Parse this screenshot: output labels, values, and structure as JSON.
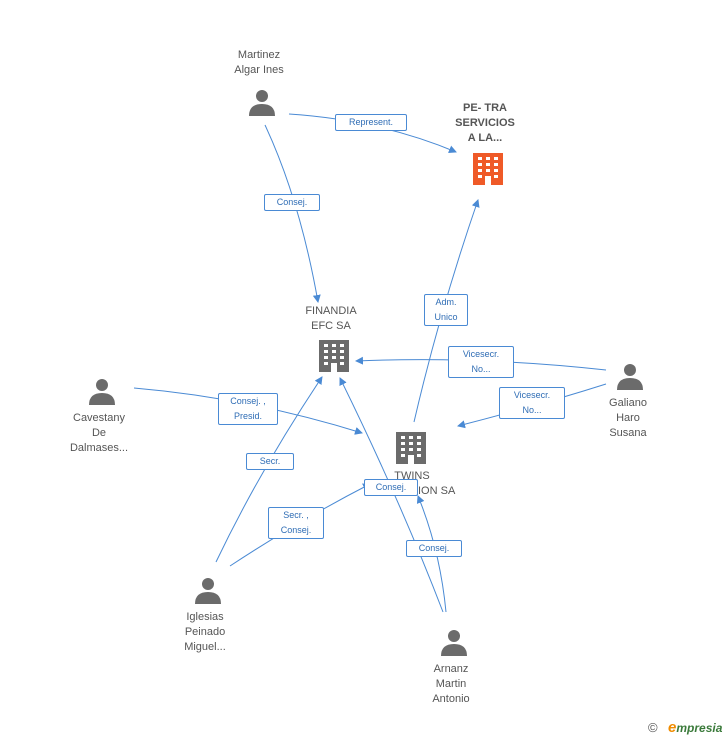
{
  "colors": {
    "edge": "#4a8ad4",
    "person": "#6b6b6b",
    "company": "#6b6b6b",
    "main_company": "#ef5a28"
  },
  "nodes": {
    "martinez": {
      "lines": [
        "Martinez",
        "Algar Ines"
      ],
      "icon": "person-icon"
    },
    "petra": {
      "lines": [
        "PE- TRA",
        "SERVICIOS",
        "A LA..."
      ],
      "icon": "building-icon"
    },
    "finandia": {
      "lines": [
        "FINANDIA",
        "EFC SA"
      ],
      "icon": "building-icon"
    },
    "cavestany": {
      "lines": [
        "Cavestany",
        "De",
        "Dalmases..."
      ],
      "icon": "person-icon"
    },
    "galiano": {
      "lines": [
        "Galiano",
        "Haro",
        "Susana"
      ],
      "icon": "person-icon"
    },
    "twins": {
      "lines": [
        "TWINS",
        "ALLOCATION SA"
      ],
      "icon": "building-icon"
    },
    "iglesias": {
      "lines": [
        "Iglesias",
        "Peinado",
        "Miguel..."
      ],
      "icon": "person-icon"
    },
    "arnanz": {
      "lines": [
        "Arnanz",
        "Martin",
        "Antonio"
      ],
      "icon": "person-icon"
    }
  },
  "edges": {
    "represent": {
      "lines": [
        "Represent."
      ]
    },
    "consej_martinez": {
      "lines": [
        "Consej."
      ]
    },
    "adm_unico": {
      "lines": [
        "Adm.",
        "Unico"
      ]
    },
    "vicesecr_fin": {
      "lines": [
        "Vicesecr.",
        "No..."
      ]
    },
    "vicesecr_twins": {
      "lines": [
        "Vicesecr.",
        "No..."
      ]
    },
    "consej_presid": {
      "lines": [
        "Consej. ,",
        "Presid."
      ]
    },
    "secr": {
      "lines": [
        "Secr."
      ]
    },
    "secr_consej": {
      "lines": [
        "Secr. ,",
        "Consej."
      ]
    },
    "consej_twins": {
      "lines": [
        "Consej."
      ]
    },
    "consej_arnanz": {
      "lines": [
        "Consej."
      ]
    }
  },
  "footer": {
    "copyright": "©",
    "brand_initial": "e",
    "brand_rest": "mpresia"
  }
}
